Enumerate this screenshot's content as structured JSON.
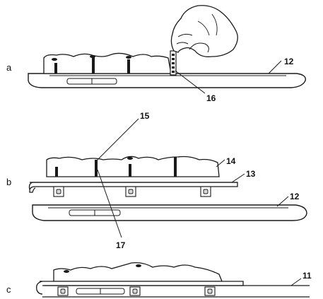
{
  "panels": [
    {
      "letter": "a",
      "labels": [
        "12",
        "16"
      ]
    },
    {
      "letter": "b",
      "labels": [
        "15",
        "14",
        "13",
        "12",
        "17"
      ]
    },
    {
      "letter": "c",
      "labels": [
        "11"
      ]
    }
  ],
  "colors": {
    "line": "#1a1a1a",
    "fill": "#ffffff",
    "shade": "#d9d9d9"
  }
}
